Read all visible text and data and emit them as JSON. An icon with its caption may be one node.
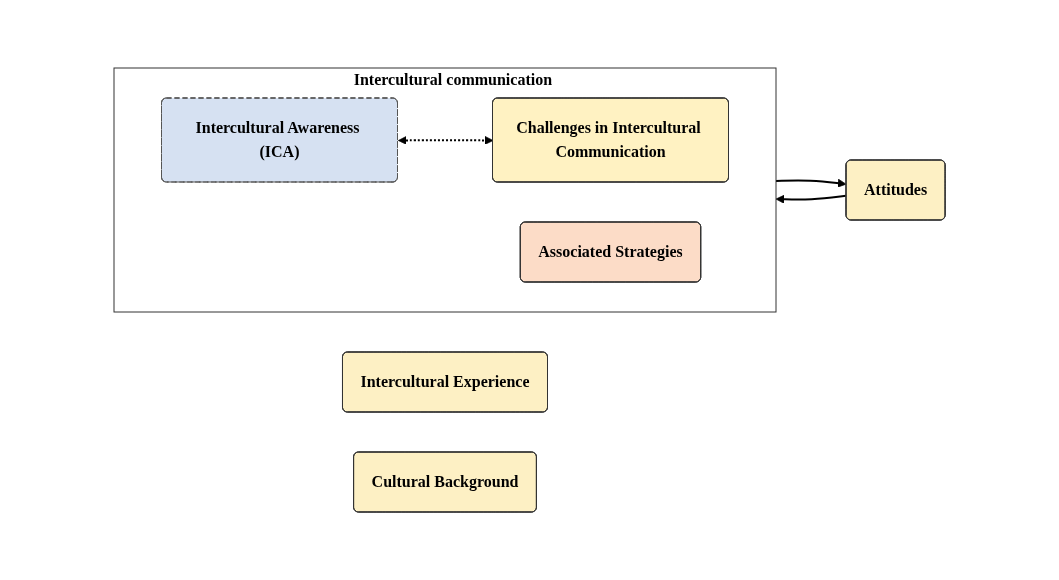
{
  "diagram": {
    "nodes": [
      {
        "text": [
          "Intercultural Experience"
        ]
      },
      {
        "text": [
          "Attitudes"
        ]
      },
      {
        "text": [
          "Cultural Background"
        ]
      },
      {
        "text": [
          "Intercultural communication"
        ]
      },
      {
        "text": [
          "Intercultural Awareness (ICA)"
        ],
        "in": 3
      },
      {
        "text": [
          "Challenges in Intercultural Communication"
        ],
        "in": 3
      },
      {
        "text": [
          "Associated Strategies"
        ],
        "in": 3
      }
    ],
    "edges": [
      {
        "from": 1,
        "to": 3,
        "arrow": "to"
      },
      {
        "from": 3,
        "to": 1,
        "arrow": "to"
      },
      {
        "from": 4,
        "to": 5,
        "arrow": "both",
        "style": "dashed"
      }
    ]
  }
}
